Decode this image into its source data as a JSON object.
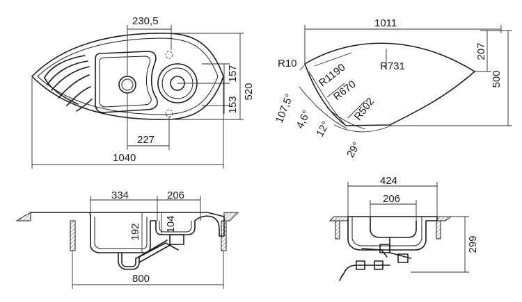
{
  "top_view": {
    "dims": {
      "drain_offset": "230,5",
      "depth_total": "520",
      "bowl_upper": "157",
      "bowl_lower": "153",
      "bowl_offset": "227",
      "width": "1040"
    }
  },
  "arc_view": {
    "dims": {
      "length": "1011",
      "r_corner": "R10",
      "r_1190": "R1190",
      "r_731": "R731",
      "r_670": "R670",
      "r_502": "R502",
      "tip_height": "207",
      "depth": "500",
      "angle_1": "107,5°",
      "angle_2": "4,6°",
      "angle_3": "12°",
      "angle_4": "29°"
    }
  },
  "front_section": {
    "dims": {
      "bowl_width": "334",
      "small_bowl_width": "206",
      "bowl_depth": "192",
      "small_bowl_depth": "104",
      "cabinet_width": "800"
    }
  },
  "side_section": {
    "dims": {
      "overall_depth": "424",
      "inner_width": "206",
      "height": "299"
    }
  }
}
